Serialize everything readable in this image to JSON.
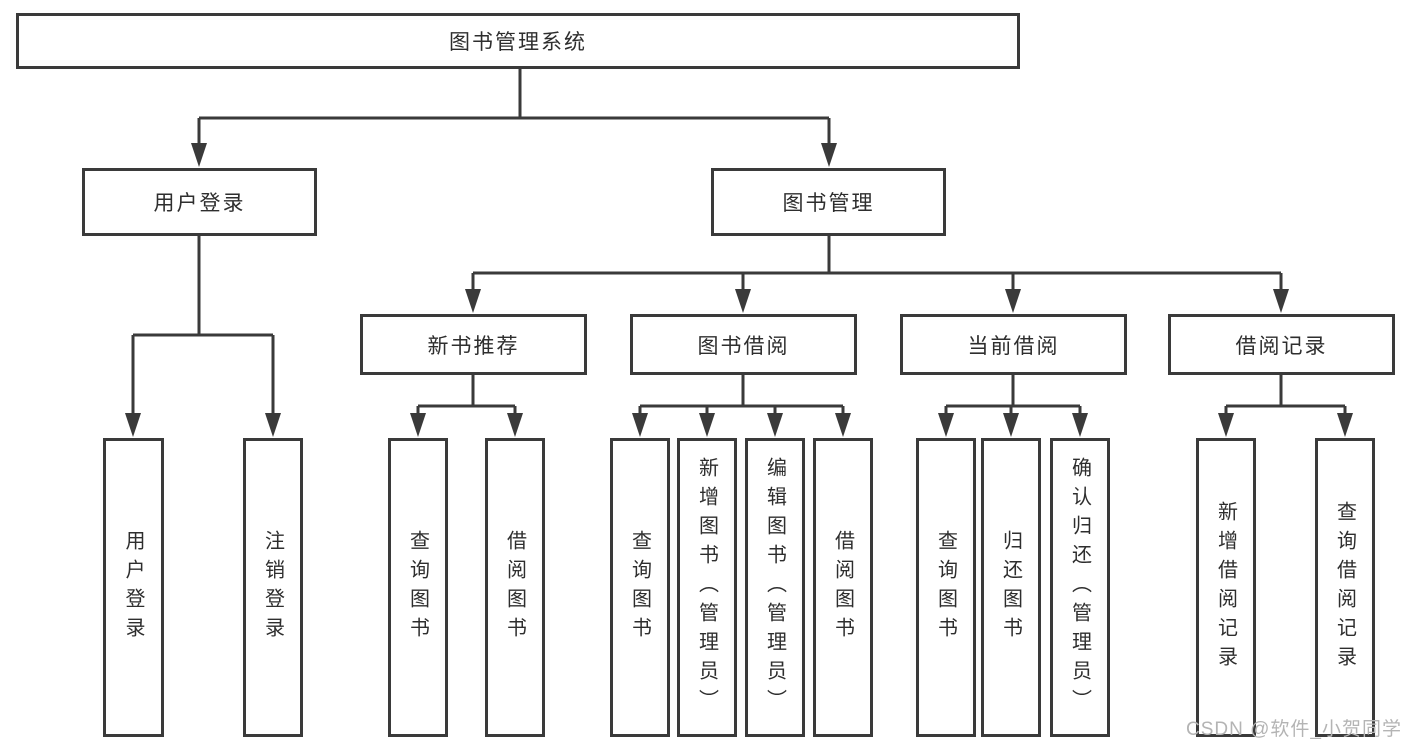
{
  "tree": {
    "root": {
      "label": "图书管理系统"
    },
    "children": [
      {
        "label": "用户登录",
        "children": [
          {
            "label": "用户登录"
          },
          {
            "label": "注销登录"
          }
        ]
      },
      {
        "label": "图书管理",
        "children": [
          {
            "label": "新书推荐",
            "children": [
              {
                "label": "查询图书"
              },
              {
                "label": "借阅图书"
              }
            ]
          },
          {
            "label": "图书借阅",
            "children": [
              {
                "label": "查询图书"
              },
              {
                "label": "新增图书（管理员）"
              },
              {
                "label": "编辑图书（管理员）"
              },
              {
                "label": "借阅图书"
              }
            ]
          },
          {
            "label": "当前借阅",
            "children": [
              {
                "label": "查询图书"
              },
              {
                "label": "归还图书"
              },
              {
                "label": "确认归还（管理员）"
              }
            ]
          },
          {
            "label": "借阅记录",
            "children": [
              {
                "label": "新增借阅记录"
              },
              {
                "label": "查询借阅记录"
              }
            ]
          }
        ]
      }
    ]
  },
  "watermark": "CSDN @软件_小贺同学",
  "colors": {
    "line": "#3a3a3a",
    "text": "#2e2e2e",
    "watermark": "#b4b4b4",
    "background": "#ffffff"
  }
}
